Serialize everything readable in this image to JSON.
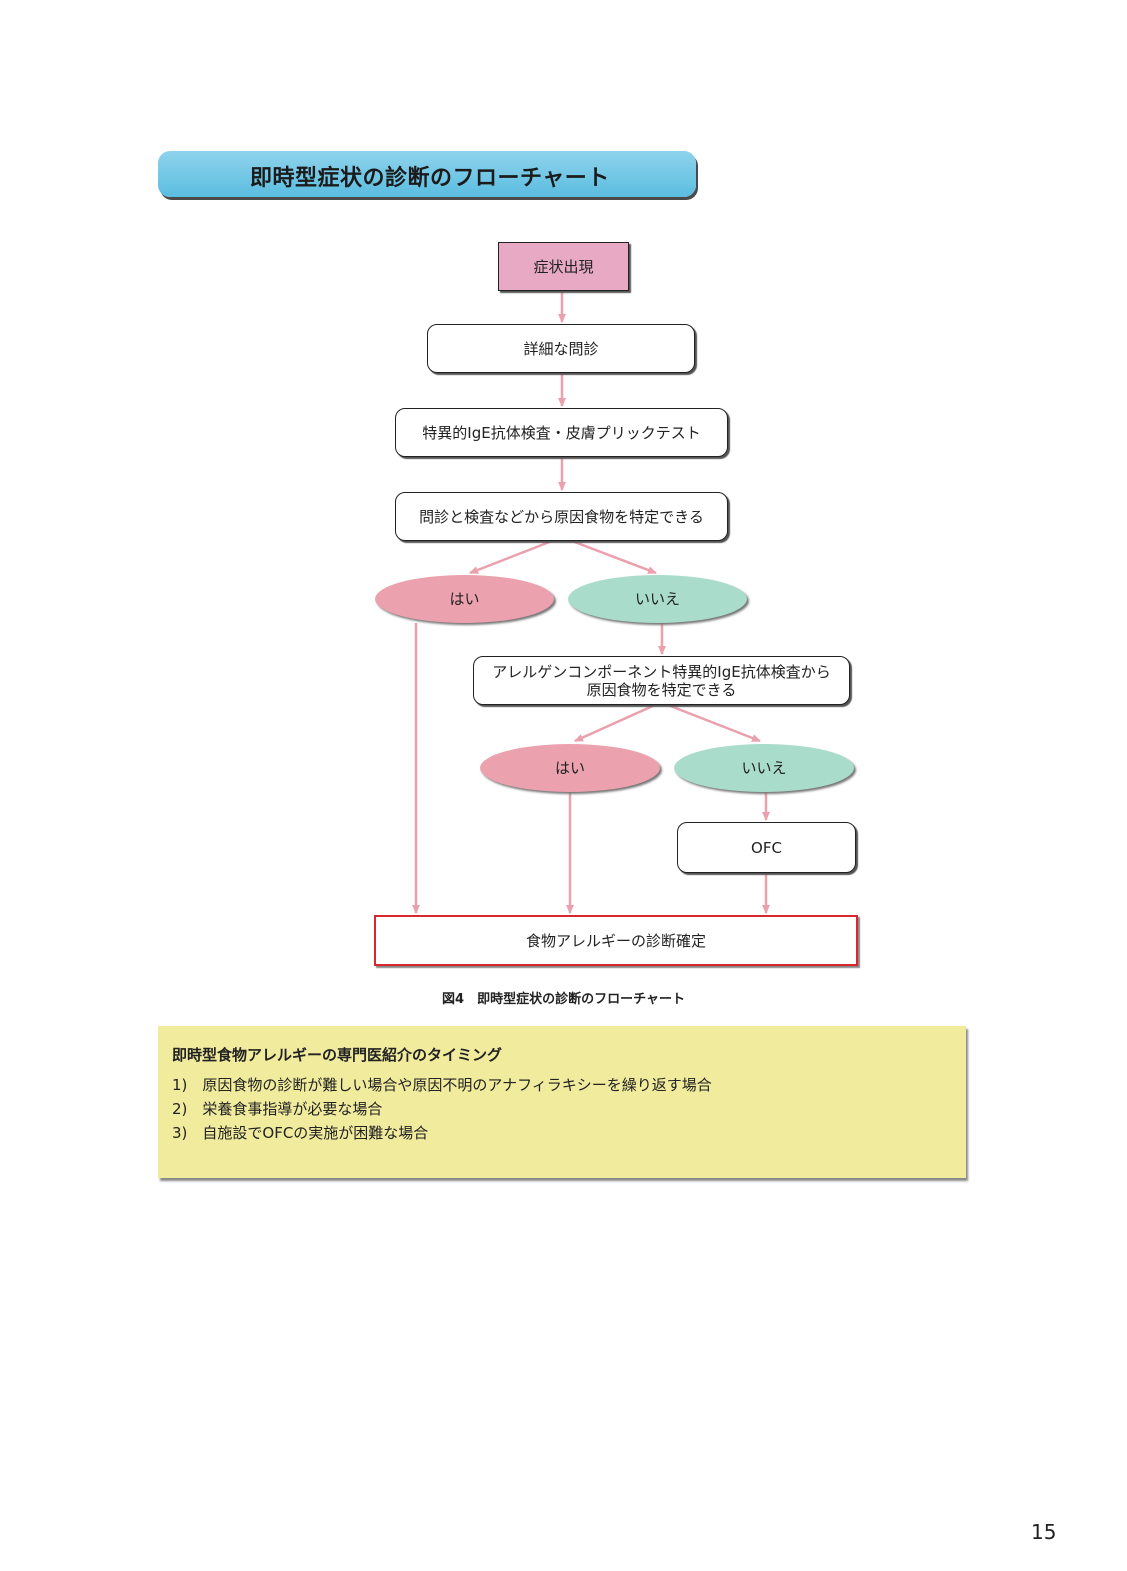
{
  "header": {
    "title": "即時型症状の診断のフローチャート"
  },
  "flowchart": {
    "start": "症状出現",
    "step1": "詳細な問診",
    "step2": "特異的IgE抗体検査・皮膚プリックテスト",
    "question1": "問診と検査などから原因食物を特定できる",
    "yes1": "はい",
    "no1": "いいえ",
    "question2_line1": "アレルゲンコンポーネント特異的IgE抗体検査から",
    "question2_line2": "原因食物を特定できる",
    "yes2": "はい",
    "no2": "いいえ",
    "ofc": "OFC",
    "final": "食物アレルギーの診断確定"
  },
  "caption": "図4　即時型症状の診断のフローチャート",
  "note": {
    "title": "即時型食物アレルギーの専門医紹介のタイミング",
    "items": [
      "1)　原因食物の診断が難しい場合や原因不明のアナフィラキシーを繰り返す場合",
      "2)　栄養食事指導が必要な場合",
      "3)　自施設でOFCの実施が困難な場合"
    ]
  },
  "page_number": "15",
  "colors": {
    "header": "#6cc4e4",
    "start": "#e7a9c4",
    "yes": "#eca1ae",
    "no": "#a9dccb",
    "arrow": "#eba0ad",
    "final_border": "#d8272e",
    "note_bg": "#f0eb9d"
  }
}
